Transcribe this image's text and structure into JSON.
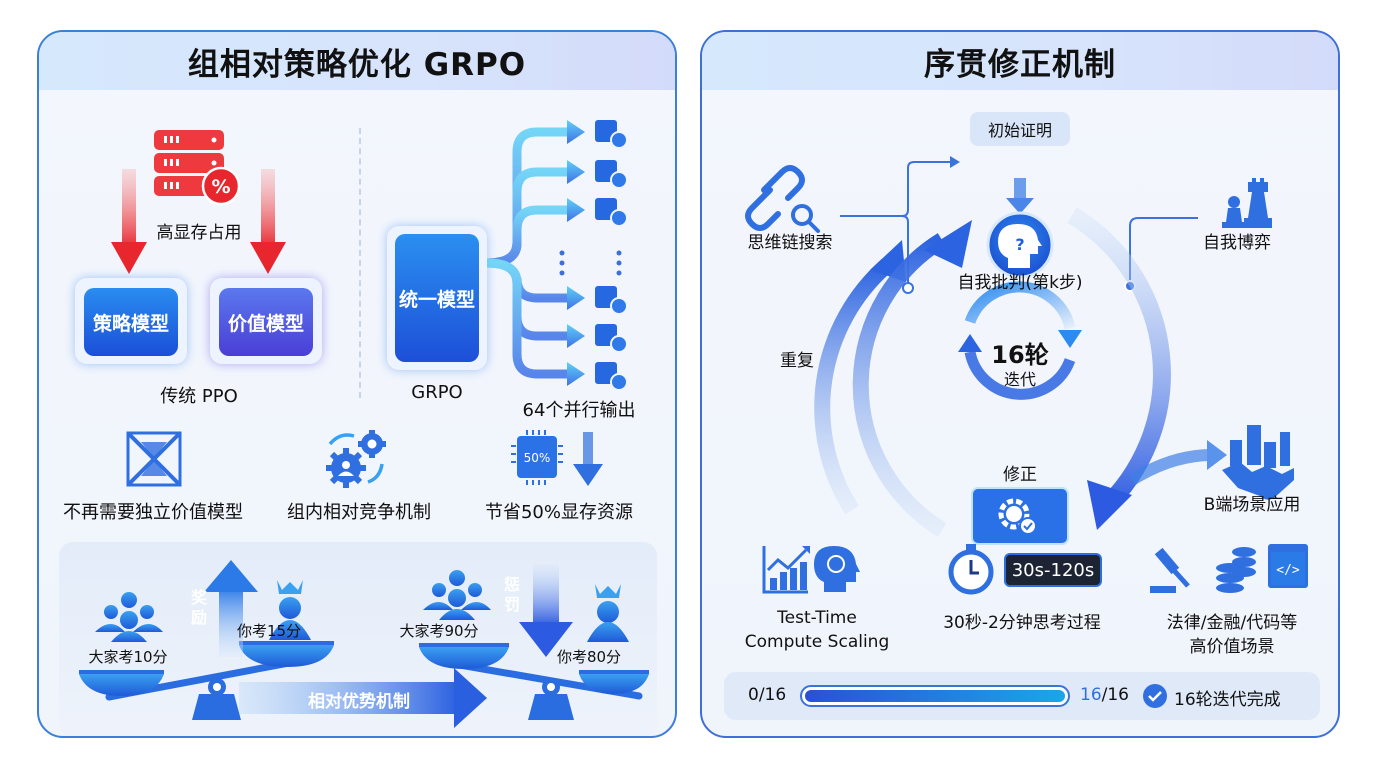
{
  "left": {
    "title": "组相对策略优化 GRPO",
    "ppo": {
      "memory_label": "高显存占用",
      "policy_model": "策略模型",
      "value_model": "价值模型",
      "caption": "传统 PPO"
    },
    "grpo": {
      "unified_model": "统一模型",
      "caption": "GRPO",
      "outputs_caption": "64个并行输出",
      "output_count_visible": 6
    },
    "features": [
      {
        "icon": "no-value-model-icon",
        "label": "不再需要独立价值模型"
      },
      {
        "icon": "gears-competition-icon",
        "label": "组内相对竞争机制"
      },
      {
        "icon": "chip-50-icon",
        "chip_text": "50%",
        "label": "节省50%显存资源"
      }
    ],
    "advantage": {
      "reward_label": "奖励",
      "penalty_label": "惩罚",
      "scene1_group": "大家考10分",
      "scene1_you": "你考15分",
      "scene2_group": "大家考90分",
      "scene2_you": "你考80分",
      "mechanism_label": "相对优势机制"
    }
  },
  "right": {
    "title": "序贯修正机制",
    "initial_proof": "初始证明",
    "cot_search": "思维链搜索",
    "self_critique": "自我批判(第k步)",
    "self_play": "自我博弈",
    "repeat": "重复",
    "rounds_number": "16轮",
    "rounds_label": "迭代",
    "correction": "修正",
    "b2b": "B端场景应用",
    "features": [
      {
        "icon": "chart-brain-icon",
        "label_line1": "Test-Time",
        "label_line2": "Compute Scaling"
      },
      {
        "icon": "stopwatch-icon",
        "tag": "30s-120s",
        "label_line1": "30秒-2分钟思考过程",
        "label_line2": ""
      },
      {
        "icon": "gavel-coins-code-icon",
        "label_line1": "法律/金融/代码等",
        "label_line2": "高价值场景"
      }
    ],
    "progress": {
      "start": "0/16",
      "current": "16",
      "total": "/16",
      "fraction": 1.0,
      "status": "16轮迭代完成"
    }
  },
  "colors": {
    "accent_blue": "#2f6fe0",
    "red": "#e8353b",
    "purple": "#5a4fd8",
    "panel_border": "#3a7fd9"
  }
}
